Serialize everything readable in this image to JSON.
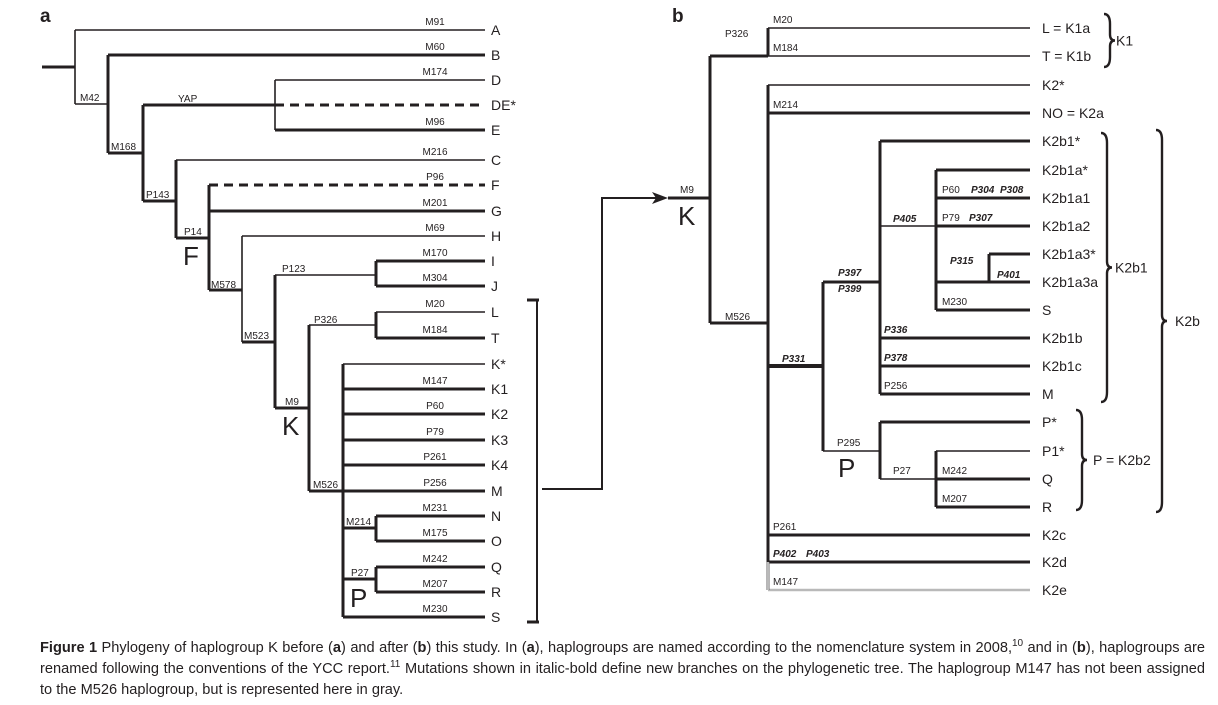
{
  "panels": {
    "a": "a",
    "b": "b"
  },
  "colors": {
    "ink": "#231f20",
    "gray": "#b9b9b9"
  },
  "tree_a": {
    "clade_labels": {
      "F": "F",
      "K": "K",
      "P": "P"
    },
    "internal_mutations": {
      "M42": "M42",
      "M168": "M168",
      "YAP": "YAP",
      "P143": "P143",
      "P14": "P14",
      "M578": "M578",
      "P123": "P123",
      "M523": "M523",
      "P326": "P326",
      "M9": "M9",
      "M526": "M526",
      "M214": "M214",
      "P27": "P27"
    },
    "leaves": [
      {
        "name": "A",
        "mutation": "M91",
        "style": "thin"
      },
      {
        "name": "B",
        "mutation": "M60",
        "style": "thick"
      },
      {
        "name": "D",
        "mutation": "M174",
        "style": "thin"
      },
      {
        "name": "DE*",
        "mutation": "",
        "style": "dashed"
      },
      {
        "name": "E",
        "mutation": "M96",
        "style": "thick"
      },
      {
        "name": "C",
        "mutation": "M216",
        "style": "thin"
      },
      {
        "name": "F",
        "mutation": "P96",
        "style": "dashed"
      },
      {
        "name": "G",
        "mutation": "M201",
        "style": "thick"
      },
      {
        "name": "H",
        "mutation": "M69",
        "style": "thin"
      },
      {
        "name": "I",
        "mutation": "M170",
        "style": "thick"
      },
      {
        "name": "J",
        "mutation": "M304",
        "style": "thick"
      },
      {
        "name": "L",
        "mutation": "M20",
        "style": "thin"
      },
      {
        "name": "T",
        "mutation": "M184",
        "style": "thick"
      },
      {
        "name": "K*",
        "mutation": "",
        "style": "thin"
      },
      {
        "name": "K1",
        "mutation": "M147",
        "style": "thick"
      },
      {
        "name": "K2",
        "mutation": "P60",
        "style": "thick"
      },
      {
        "name": "K3",
        "mutation": "P79",
        "style": "thick"
      },
      {
        "name": "K4",
        "mutation": "P261",
        "style": "thick"
      },
      {
        "name": "M",
        "mutation": "P256",
        "style": "thick"
      },
      {
        "name": "N",
        "mutation": "M231",
        "style": "thick"
      },
      {
        "name": "O",
        "mutation": "M175",
        "style": "thick"
      },
      {
        "name": "Q",
        "mutation": "M242",
        "style": "thick"
      },
      {
        "name": "R",
        "mutation": "M207",
        "style": "thick"
      },
      {
        "name": "S",
        "mutation": "M230",
        "style": "thick"
      }
    ]
  },
  "tree_b": {
    "root": {
      "mutation": "M9",
      "clade": "K"
    },
    "internal_mutations": {
      "P326": "P326",
      "M526": "M526",
      "P331": "P331",
      "P397": "P397",
      "P399": "P399",
      "P405": "P405",
      "P315": "P315",
      "P401": "P401",
      "P295": "P295",
      "P27": "P27"
    },
    "clade_labels": {
      "P": "P"
    },
    "leaves": [
      {
        "name": "L = K1a",
        "mutations": [
          "M20"
        ],
        "style": "thin"
      },
      {
        "name": "T = K1b",
        "mutations": [
          "M184"
        ],
        "style": "thin"
      },
      {
        "name": "K2*",
        "mutations": [],
        "style": "thin"
      },
      {
        "name": "NO  = K2a",
        "mutations": [
          "M214"
        ],
        "style": "thick"
      },
      {
        "name": "K2b1*",
        "mutations": [],
        "style": "thick"
      },
      {
        "name": "K2b1a*",
        "mutations": [],
        "style": "thick"
      },
      {
        "name": "K2b1a1",
        "mutations": [
          "P60",
          "P304",
          "P308"
        ],
        "new": [
          false,
          true,
          true
        ],
        "style": "thick"
      },
      {
        "name": "K2b1a2",
        "mutations": [
          "P79",
          "P307"
        ],
        "new": [
          false,
          true
        ],
        "style": "thick"
      },
      {
        "name": "K2b1a3*",
        "mutations": [],
        "style": "thick"
      },
      {
        "name": "K2b1a3a",
        "mutations": [],
        "style": "thick"
      },
      {
        "name": "S",
        "mutations": [
          "M230"
        ],
        "style": "thick"
      },
      {
        "name": "K2b1b",
        "mutations": [
          "P336"
        ],
        "new": [
          true
        ],
        "style": "thick"
      },
      {
        "name": "K2b1c",
        "mutations": [
          "P378"
        ],
        "new": [
          true
        ],
        "style": "thick"
      },
      {
        "name": "M",
        "mutations": [
          "P256"
        ],
        "style": "thick"
      },
      {
        "name": "P*",
        "mutations": [],
        "style": "thick"
      },
      {
        "name": "P1*",
        "mutations": [],
        "style": "thin"
      },
      {
        "name": "Q",
        "mutations": [
          "M242"
        ],
        "style": "thick"
      },
      {
        "name": "R",
        "mutations": [
          "M207"
        ],
        "style": "thick"
      },
      {
        "name": "K2c",
        "mutations": [
          "P261"
        ],
        "style": "thick"
      },
      {
        "name": "K2d",
        "mutations": [
          "P402",
          "P403"
        ],
        "new": [
          true,
          true
        ],
        "style": "thick"
      },
      {
        "name": "K2e",
        "mutations": [
          "M147"
        ],
        "style": "gray"
      }
    ],
    "brackets": {
      "K1": "K1",
      "K2b1": "K2b1",
      "K2b": "K2b",
      "K2b2": "P = K2b2"
    }
  },
  "caption": {
    "label": "Figure 1",
    "s1": " Phylogeny of haplogroup K before (",
    "a1": "a",
    "s2": ") and after (",
    "b1": "b",
    "s3": ") this study. In (",
    "a2": "a",
    "s4": "), haplogroups are named according to the nomenclature system in 2008,",
    "ref1": "10",
    "s5": " and in (",
    "b2": "b",
    "s6": "), haplogroups are renamed following the conventions of the YCC report.",
    "ref2": "11",
    "s7": " Mutations shown in italic-bold define new branches on the phylogenetic tree. The haplogroup M147 has not been assigned to the M526 haplogroup, but is represented here in gray."
  }
}
